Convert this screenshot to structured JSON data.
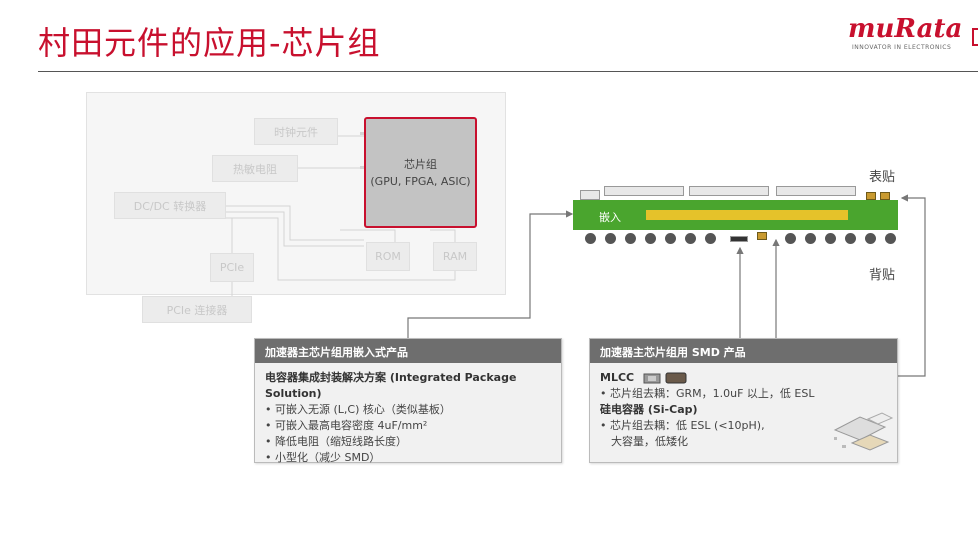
{
  "header": {
    "title": "村田元件的应用-芯片组",
    "logo": "muRata",
    "tagline": "INNOVATOR IN ELECTRONICS"
  },
  "board": {
    "clock": "时钟元件",
    "thermistor": "热敏电阻",
    "dcdc": "DC/DC 转换器",
    "pcie": "PCIe",
    "rom": "ROM",
    "ram": "RAM",
    "pcie_connector": "PCIe 连接器",
    "chip_title": "芯片组",
    "chip_sub": "(GPU, FPGA, ASIC)"
  },
  "cross_section": {
    "embed_label": "嵌入",
    "top_label": "表贴",
    "bottom_label": "背贴"
  },
  "card_embedded": {
    "header": "加速器主芯片组用嵌入式产品",
    "heading": "电容器集成封装解决方案 (Integrated Package Solution)",
    "items": [
      "• 可嵌入无源 (L,C) 核心（类似基板）",
      "• 可嵌入最高电容密度 4uF/mm²",
      "• 降低电阻（缩短线路长度）",
      "• 小型化（减少 SMD）"
    ]
  },
  "card_smd": {
    "header": "加速器主芯片组用 SMD 产品",
    "mlcc_title": "MLCC",
    "mlcc_item": "• 芯片组去耦：GRM，1.0uF 以上，低 ESL",
    "sicap_title": "硅电容器 (Si-Cap)",
    "sicap_item1": "• 芯片组去耦：低 ESL (<10pH),",
    "sicap_item2": "大容量，低矮化"
  },
  "colors": {
    "brand_red": "#c8102e",
    "pcb_green": "#4aa52e",
    "embed_yellow": "#e5c22a",
    "card_header": "#6e6e6e"
  }
}
